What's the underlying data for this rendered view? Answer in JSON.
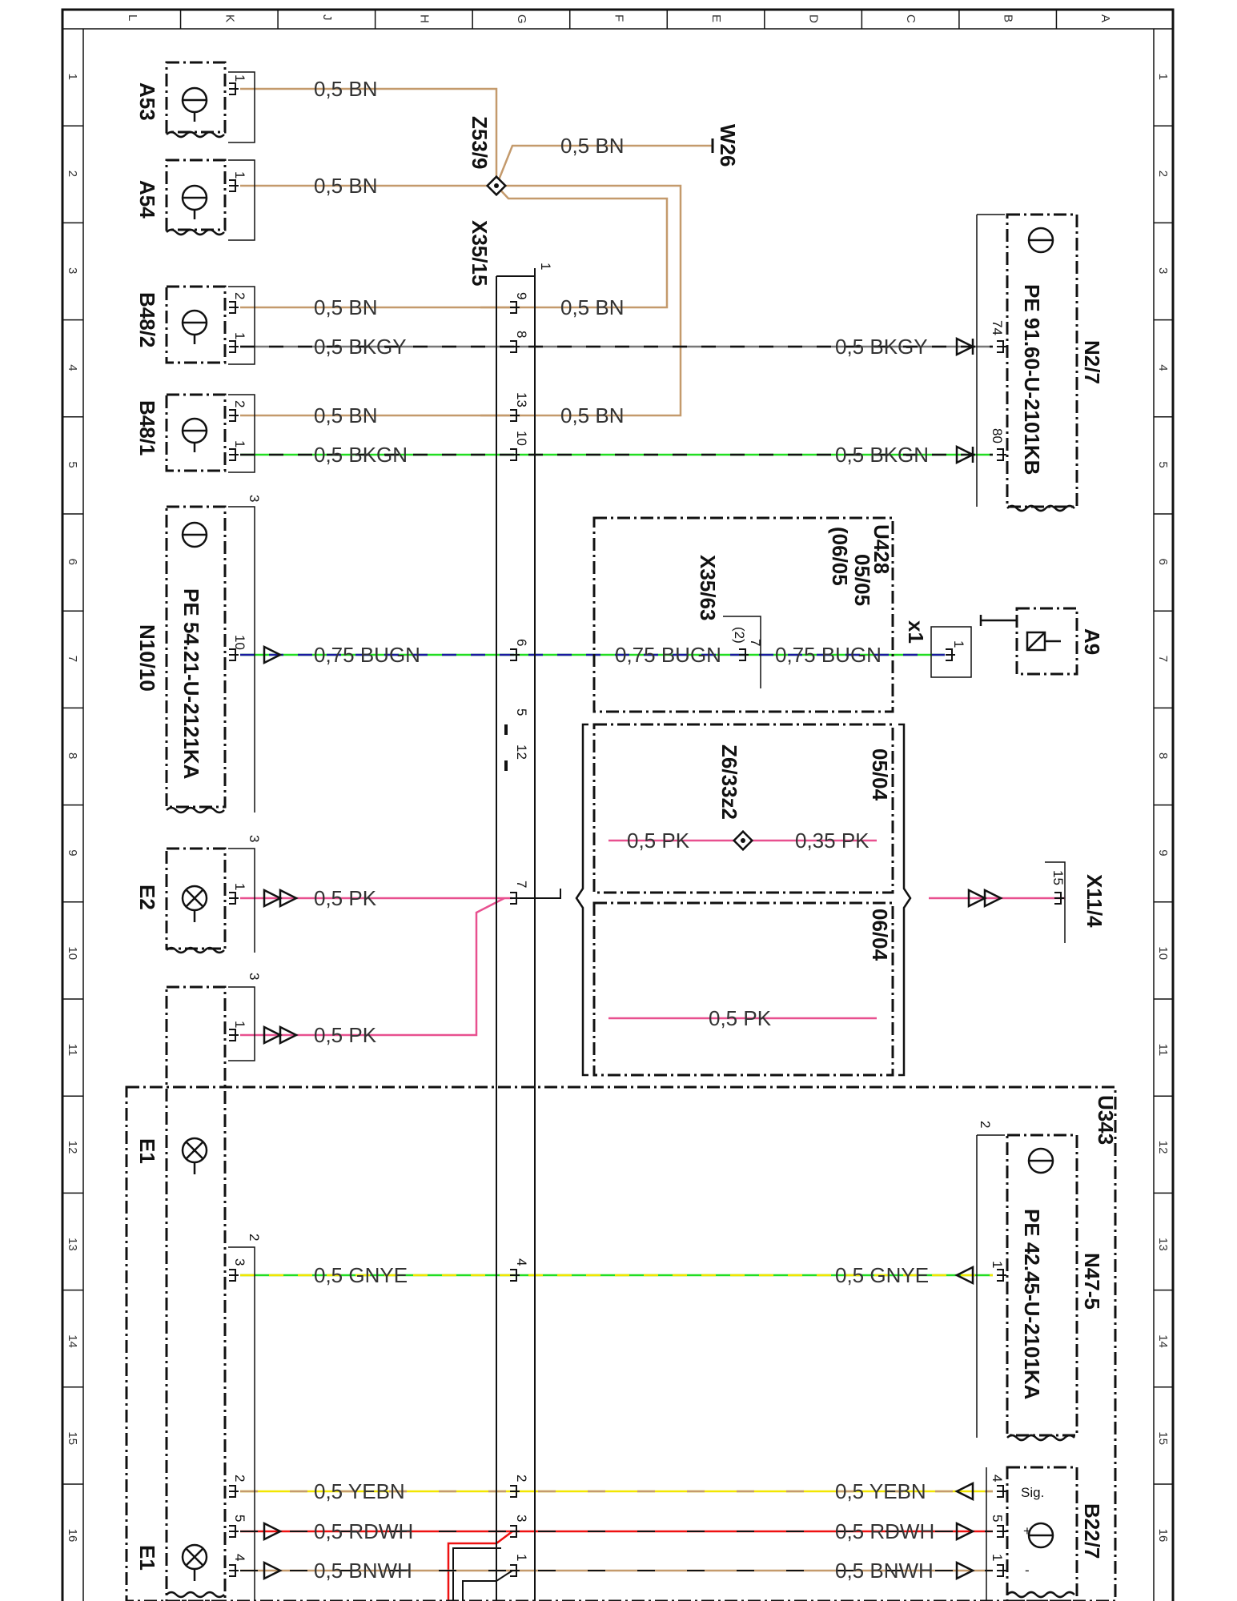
{
  "grid": {
    "columns": [
      "L",
      "K",
      "J",
      "H",
      "G",
      "F",
      "E",
      "D",
      "C",
      "B",
      "A"
    ],
    "rows": [
      "1",
      "2",
      "3",
      "4",
      "5",
      "6",
      "7",
      "8",
      "9",
      "10",
      "11",
      "12",
      "13",
      "14",
      "15",
      "16"
    ]
  },
  "components": {
    "a53": "A53",
    "a54": "A54",
    "b48_2": "B48/2",
    "b48_1": "B48/1",
    "n10_10": "N10/10",
    "n10_10_pe": "PE 54.21-U-2121KA",
    "e2": "E2",
    "e1_top": "E1",
    "e1_bottom": "E1",
    "z53_9": "Z53/9",
    "w26": "W26",
    "x35_15": "X35/15",
    "n2_7": "N2/7",
    "n2_7_pe": "PE 91.60-U-2101KB",
    "u428": "U428",
    "u428_a": "05/05",
    "u428_b": "(06/05",
    "x35_63": "X35/63",
    "a9": "A9",
    "x1": "x1",
    "z6_33z2": "Z6/33z2",
    "z6_a": "05/04",
    "z6_b": "06/04",
    "x11_4": "X11/4",
    "u343": "U343",
    "n47_5": "N47-5",
    "n47_5_pe": "PE 42.45-U-2101KA",
    "b22_7": "B22/7",
    "sig": "Sig.",
    "plus": "+",
    "minus": "-"
  },
  "wires": {
    "bn": "0,5 BN",
    "bkgy": "0,5 BKGY",
    "bkgn": "0,5 BKGN",
    "bugn": "0,75 BUGN",
    "pk": "0,5 PK",
    "pk035": "0,35 PK",
    "gnye": "0,5 GNYE",
    "yebn": "0,5 YEBN",
    "rdwh": "0,5 RDWH",
    "bnwh": "0,5 BNWH"
  },
  "pins": {
    "one": "1",
    "two": "2",
    "three": "3",
    "four": "4",
    "five": "5",
    "six": "6",
    "seven": "7",
    "eight": "8",
    "nine": "9",
    "ten": "10",
    "twelve": "12",
    "thirteen": "13",
    "fifteen": "15",
    "seventyfour": "74",
    "eighty": "80",
    "two_paren": "(2)"
  },
  "colors": {
    "brown": "#c49a6c",
    "green": "#22dd22",
    "blue": "#1a1aa0",
    "pink": "#e8508f",
    "yellow": "#f2e600",
    "red": "#ee1111",
    "grey": "#777777"
  }
}
